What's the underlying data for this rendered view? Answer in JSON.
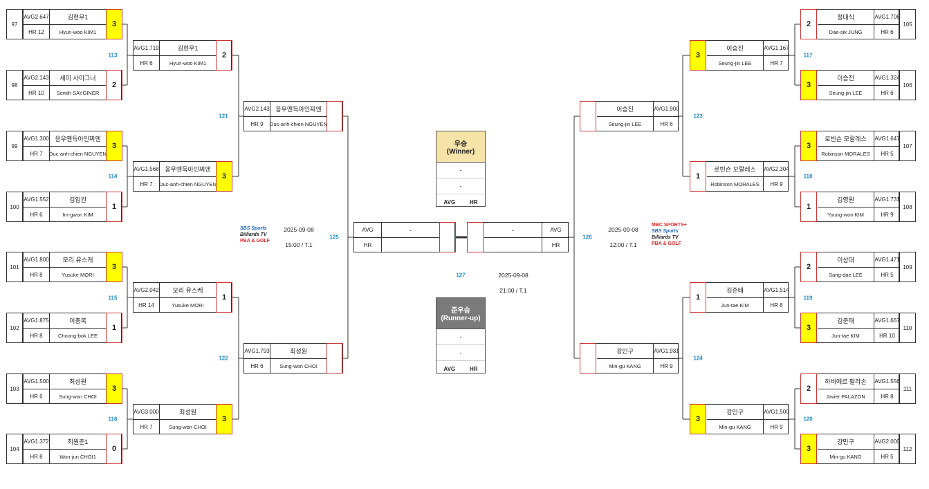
{
  "colors": {
    "winner_highlight": "#ffff00",
    "line": "#333333",
    "match_number": "#1e88c8",
    "score_border": "#cc3333",
    "winner_header": "#f5e3a8",
    "runner_up_header": "#7a7a7a"
  },
  "r1_left": [
    {
      "seed": "97",
      "avg": "AVG2.647",
      "hr": "HR 12",
      "name_ko": "김현우1",
      "name_en": "Hyun-woo KIM1",
      "score": "3",
      "win": true
    },
    {
      "seed": "98",
      "avg": "AVG2.143",
      "hr": "HR 10",
      "name_ko": "세미 사이그너",
      "name_en": "Semih SAYGINER",
      "score": "2",
      "win": false
    },
    {
      "seed": "99",
      "avg": "AVG1.300",
      "hr": "HR 7",
      "name_ko": "응우옌득아인찌엔",
      "name_en": "Duc-anh-chien NGUYEN",
      "score": "3",
      "win": true
    },
    {
      "seed": "100",
      "avg": "AVG1.552",
      "hr": "HR 6",
      "name_ko": "김임권",
      "name_en": "Im-gwon KIM",
      "score": "1",
      "win": false
    },
    {
      "seed": "101",
      "avg": "AVG1.800",
      "hr": "HR 8",
      "name_ko": "모리 유스케",
      "name_en": "Yusuke MORI",
      "score": "3",
      "win": true
    },
    {
      "seed": "102",
      "avg": "AVG1.875",
      "hr": "HR 8",
      "name_ko": "이충복",
      "name_en": "Choong-bok LEE",
      "score": "1",
      "win": false
    },
    {
      "seed": "103",
      "avg": "AVG1.500",
      "hr": "HR 6",
      "name_ko": "최성원",
      "name_en": "Sung-won CHOI",
      "score": "3",
      "win": true
    },
    {
      "seed": "104",
      "avg": "AVG1.372",
      "hr": "HR 8",
      "name_ko": "최원준1",
      "name_en": "Won-jun CHOI1",
      "score": "0",
      "win": false
    }
  ],
  "r2_left": [
    {
      "avg": "AVG1.719",
      "hr": "HR 6",
      "name_ko": "김현우1",
      "name_en": "Hyun-woo KIM1",
      "score": "2",
      "win": false
    },
    {
      "avg": "AVG1.568",
      "hr": "HR 7",
      "name_ko": "응우옌득아인찌엔",
      "name_en": "Duc-anh-chien NGUYEN",
      "score": "3",
      "win": true
    },
    {
      "avg": "AVG2.042",
      "hr": "HR 14",
      "name_ko": "모리 유스케",
      "name_en": "Yusuke MORI",
      "score": "1",
      "win": false
    },
    {
      "avg": "AVG3.000",
      "hr": "HR 7",
      "name_ko": "최성원",
      "name_en": "Sung-won CHOI",
      "score": "3",
      "win": true
    }
  ],
  "r3_left": [
    {
      "avg": "AVG2.143",
      "hr": "HR 9",
      "name_ko": "응우옌득아인찌엔",
      "name_en": "Duc-anh-chien NGUYEN",
      "score": "",
      "win": false
    },
    {
      "avg": "AVG1.793",
      "hr": "HR 6",
      "name_ko": "최성원",
      "name_en": "Sung-won CHOI",
      "score": "",
      "win": false
    }
  ],
  "r1_right": [
    {
      "seed": "105",
      "avg": "AVG1.706",
      "hr": "HR 6",
      "name_ko": "정대식",
      "name_en": "Dae-sik JUNG",
      "score": "2",
      "win": false
    },
    {
      "seed": "106",
      "avg": "AVG1.324",
      "hr": "HR 6",
      "name_ko": "이승진",
      "name_en": "Seung-jin LEE",
      "score": "3",
      "win": true
    },
    {
      "seed": "107",
      "avg": "AVG1.647",
      "hr": "HR 5",
      "name_ko": "로빈슨 모랄레스",
      "name_en": "Robinson MORALES",
      "score": "3",
      "win": true
    },
    {
      "seed": "108",
      "avg": "AVG1.731",
      "hr": "HR 9",
      "name_ko": "김영원",
      "name_en": "Young-won KIM",
      "score": "1",
      "win": false
    },
    {
      "seed": "109",
      "avg": "AVG1.471",
      "hr": "HR 5",
      "name_ko": "이상대",
      "name_en": "Sang-dae LEE",
      "score": "2",
      "win": false
    },
    {
      "seed": "110",
      "avg": "AVG1.667",
      "hr": "HR 10",
      "name_ko": "김준태",
      "name_en": "Jun-tae KIM",
      "score": "3",
      "win": true
    },
    {
      "seed": "111",
      "avg": "AVG1.556",
      "hr": "HR 8",
      "name_ko": "하비에르 팔라손",
      "name_en": "Javier PALAZON",
      "score": "2",
      "win": false
    },
    {
      "seed": "112",
      "avg": "AVG2.000",
      "hr": "HR 5",
      "name_ko": "강민구",
      "name_en": "Min-gu KANG",
      "score": "3",
      "win": true
    }
  ],
  "r2_right": [
    {
      "avg": "AVG1.167",
      "hr": "HR 7",
      "name_ko": "이승진",
      "name_en": "Seung-jin LEE",
      "score": "3",
      "win": true
    },
    {
      "avg": "AVG2.304",
      "hr": "HR 9",
      "name_ko": "로빈슨 모랄레스",
      "name_en": "Robinson MORALES",
      "score": "1",
      "win": false
    },
    {
      "avg": "AVG1.514",
      "hr": "HR 8",
      "name_ko": "김준태",
      "name_en": "Jun-tae KIM",
      "score": "1",
      "win": false
    },
    {
      "avg": "AVG1.500",
      "hr": "HR 9",
      "name_ko": "강민구",
      "name_en": "Min-gu KANG",
      "score": "3",
      "win": true
    }
  ],
  "r3_right": [
    {
      "avg": "AVG1.900",
      "hr": "HR 6",
      "name_ko": "이승진",
      "name_en": "Seung-jin LEE",
      "score": "",
      "win": false
    },
    {
      "avg": "AVG1.931",
      "hr": "HR 9",
      "name_ko": "강민구",
      "name_en": "Min-gu KANG",
      "score": "",
      "win": false
    }
  ],
  "final": {
    "left": {
      "avg": "AVG",
      "hr": "HR",
      "name_ko": "-",
      "name_en": ""
    },
    "right": {
      "avg": "AVG",
      "hr": "HR",
      "name_ko": "-",
      "name_en": ""
    }
  },
  "match_numbers": {
    "m113": "113",
    "m114": "114",
    "m115": "115",
    "m116": "116",
    "m117": "117",
    "m118": "118",
    "m119": "119",
    "m120": "120",
    "m121": "121",
    "m122": "122",
    "m123": "123",
    "m124": "124",
    "m125": "125",
    "m126": "126",
    "m127": "127"
  },
  "schedule": {
    "left_date": "2025-09-08",
    "left_time": "15:00 / T.1",
    "right_date": "2025-09-08",
    "right_time": "12:00 / T.1",
    "final_date": "2025-09-08",
    "final_time": "21:00 / T.1"
  },
  "logos": {
    "sbs": "SBS Sports",
    "billiards": "Billiards TV",
    "pba": "PBA & GOLF",
    "mbc": "MBC SPORTS+"
  },
  "winner_box": {
    "title": "우승",
    "subtitle": "(Winner)",
    "row1": "-",
    "row2": "-",
    "avg": "AVG",
    "hr": "HR"
  },
  "runner_up_box": {
    "title": "준우승",
    "subtitle": "(Runner-up)",
    "row1": "-",
    "row2": "-",
    "avg": "AVG",
    "hr": "HR"
  }
}
